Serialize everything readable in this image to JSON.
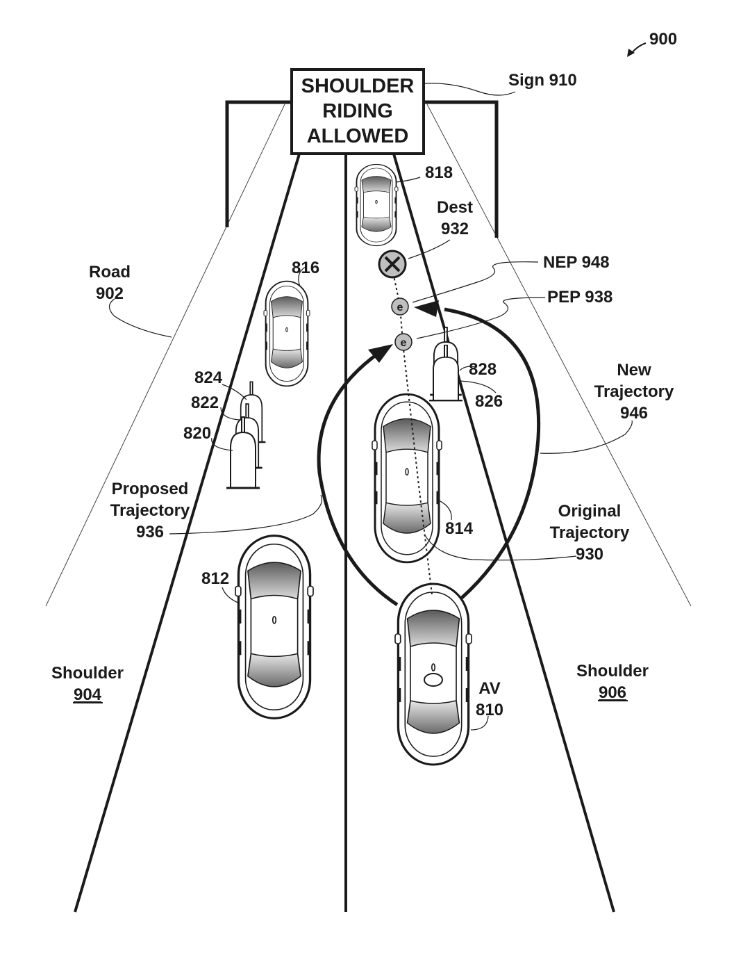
{
  "figure_number": "900",
  "sign": {
    "line1": "SHOULDER",
    "line2": "RIDING",
    "line3": "ALLOWED",
    "label": "Sign 910"
  },
  "labels": {
    "road_name": "Road",
    "road_num": "902",
    "shoulder_left_name": "Shoulder",
    "shoulder_left_num": "904",
    "shoulder_right_name": "Shoulder",
    "shoulder_right_num": "906",
    "dest_name": "Dest",
    "dest_num": "932",
    "nep": "NEP 948",
    "pep": "PEP 938",
    "new_traj_1": "New",
    "new_traj_2": "Trajectory",
    "new_traj_3": "946",
    "proposed_traj_1": "Proposed",
    "proposed_traj_2": "Trajectory",
    "proposed_traj_3": "936",
    "original_traj_1": "Original",
    "original_traj_2": "Trajectory",
    "original_traj_3": "930",
    "av_name": "AV",
    "av_num": "810",
    "car_812": "812",
    "car_814": "814",
    "car_816": "816",
    "car_818": "818",
    "cone_820": "820",
    "cone_822": "822",
    "cone_824": "824",
    "cone_826": "826",
    "cone_828": "828",
    "exit_point_glyph": "e"
  },
  "colors": {
    "ink": "#1a1a1a",
    "car_body_dark": "#6d6d6d",
    "car_body_light": "#e6e6e6",
    "point_fill": "#bfbfbf"
  }
}
